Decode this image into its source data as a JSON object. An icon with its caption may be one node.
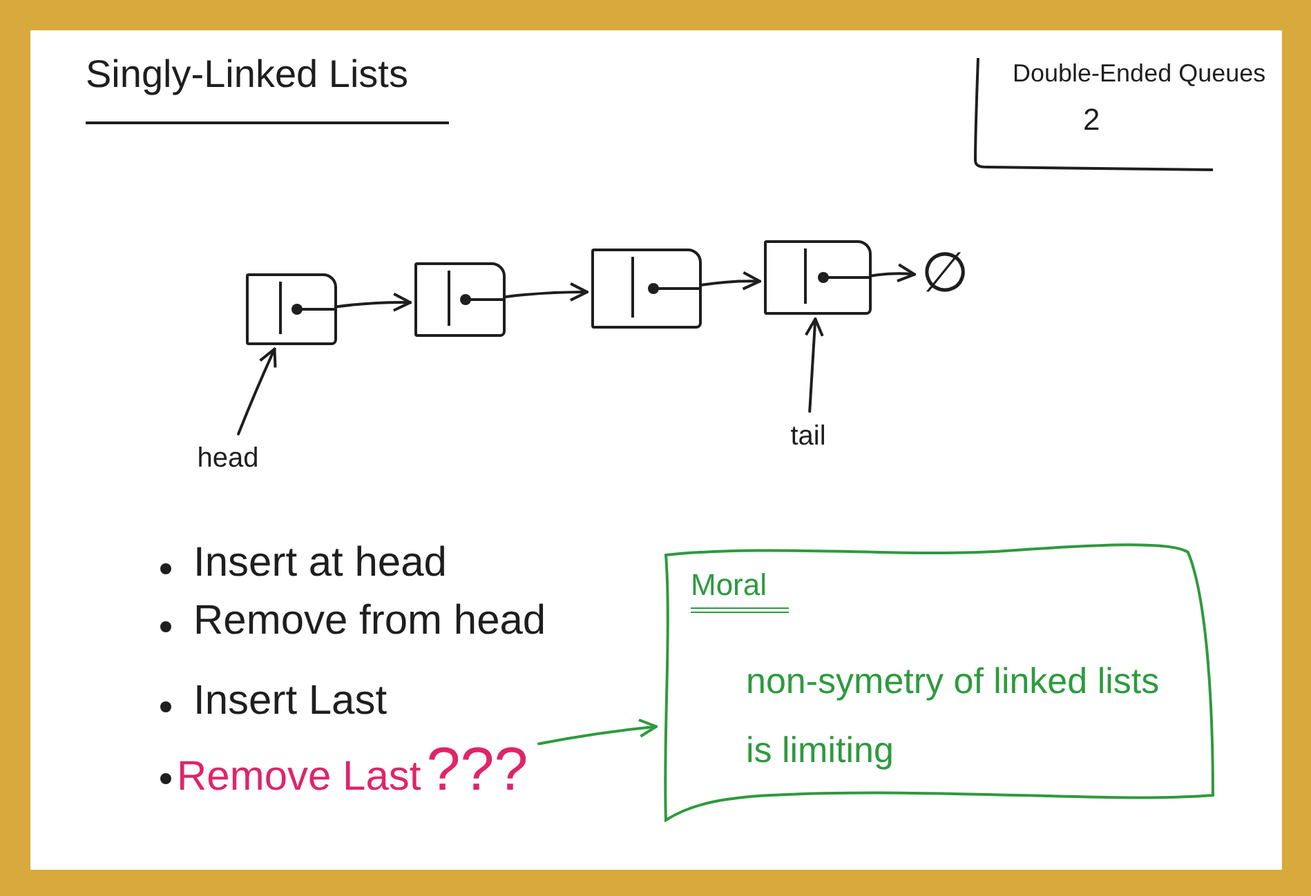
{
  "diagram": {
    "title": "Singly-Linked Lists",
    "nodes": [
      {
        "text": [],
        "shape": "box"
      },
      {
        "text": [],
        "shape": "box"
      },
      {
        "text": [],
        "shape": "box"
      },
      {
        "text": [],
        "shape": "box"
      },
      {
        "text": [
          "∅"
        ]
      },
      {
        "text": [
          "head"
        ]
      },
      {
        "text": [
          "tail"
        ]
      },
      {
        "text": [
          "Remove Last",
          "???"
        ]
      },
      {
        "text": [
          "Moral",
          "non-symetry of linked lists is limiting"
        ]
      }
    ],
    "edges": [
      {
        "from": 0,
        "to": 1,
        "arrow": "to"
      },
      {
        "from": 1,
        "to": 2,
        "arrow": "to"
      },
      {
        "from": 2,
        "to": 3,
        "arrow": "to"
      },
      {
        "from": 3,
        "to": 4,
        "arrow": "to"
      },
      {
        "from": 5,
        "to": 0,
        "arrow": "to"
      },
      {
        "from": 6,
        "to": 3,
        "arrow": "to"
      },
      {
        "from": 7,
        "to": 8,
        "arrow": "to",
        "color": "#2e9a3e"
      }
    ],
    "labels": [
      "Double-Ended Queues",
      "2",
      "Insert at head",
      "Remove from head",
      "Insert Last"
    ]
  }
}
